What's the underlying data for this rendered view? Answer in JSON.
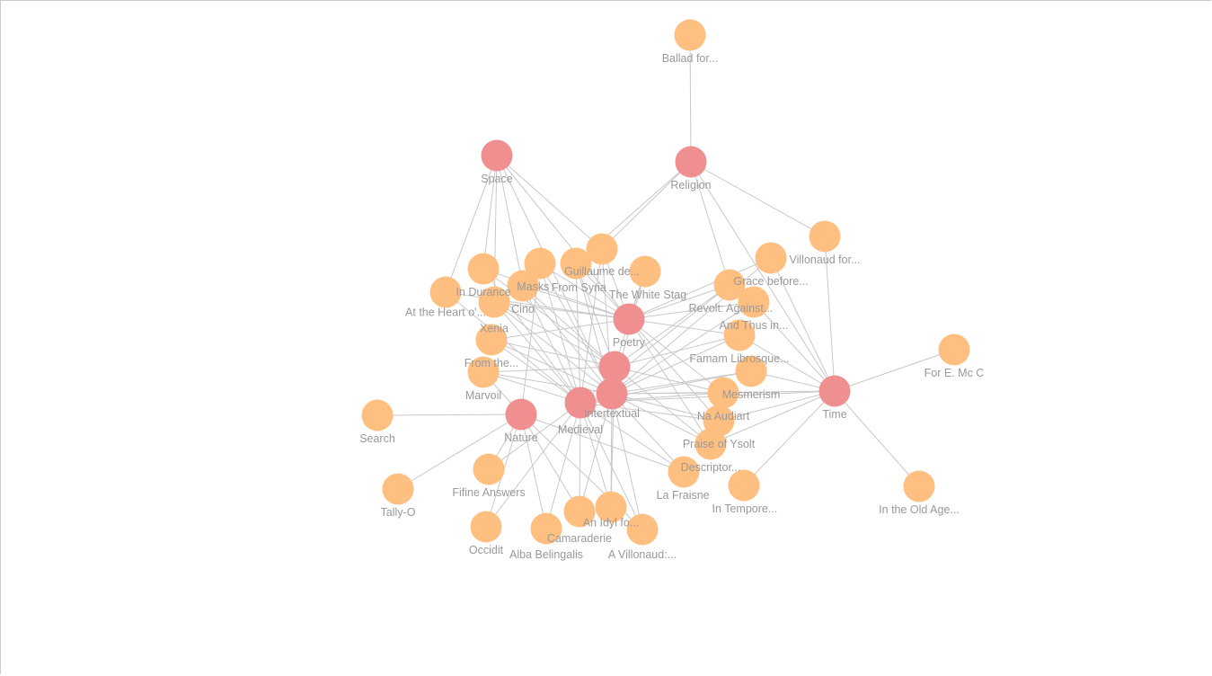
{
  "colors": {
    "category": "#ef8f8f",
    "poem": "#ffbf80",
    "edge": "#c8c8c8",
    "label": "#999999"
  },
  "nodes": [
    {
      "label": "Ballad for...",
      "type": "poem"
    },
    {
      "label": "Space",
      "type": "category"
    },
    {
      "label": "Religion",
      "type": "category"
    },
    {
      "label": "Villonaud for...",
      "type": "poem"
    },
    {
      "label": "Grace before...",
      "type": "poem"
    },
    {
      "label": "Guillaume de...",
      "type": "poem"
    },
    {
      "label": "From Syria",
      "type": "poem"
    },
    {
      "label": "Masks",
      "type": "poem"
    },
    {
      "label": "The White Stag",
      "type": "poem"
    },
    {
      "label": "In Durance",
      "type": "poem"
    },
    {
      "label": "Cino",
      "type": "poem"
    },
    {
      "label": "At the Heart o'...",
      "type": "poem"
    },
    {
      "label": "Xenia",
      "type": "poem"
    },
    {
      "label": "Revolt: Against...",
      "type": "poem"
    },
    {
      "label": "And Thus in...",
      "type": "poem"
    },
    {
      "label": "Poetry",
      "type": "category"
    },
    {
      "label": "From the...",
      "type": "poem"
    },
    {
      "label": "Famam Librosque...",
      "type": "poem"
    },
    {
      "label": "Marvoil",
      "type": "poem"
    },
    {
      "label": "",
      "type": "category"
    },
    {
      "label": "Mesmerism",
      "type": "poem"
    },
    {
      "label": "Intertextual",
      "type": "category"
    },
    {
      "label": "Medieval",
      "type": "category"
    },
    {
      "label": "Na Audiart",
      "type": "poem"
    },
    {
      "label": "Time",
      "type": "category"
    },
    {
      "label": "For E. Mc C",
      "type": "poem"
    },
    {
      "label": "Search",
      "type": "poem"
    },
    {
      "label": "Nature",
      "type": "category"
    },
    {
      "label": "Praise of Ysolt",
      "type": "poem"
    },
    {
      "label": "Descriptor...",
      "type": "poem"
    },
    {
      "label": "La Fraisne",
      "type": "poem"
    },
    {
      "label": "Fifine Answers",
      "type": "poem"
    },
    {
      "label": "In Tempore...",
      "type": "poem"
    },
    {
      "label": "In the Old Age...",
      "type": "poem"
    },
    {
      "label": "Tally-O",
      "type": "poem"
    },
    {
      "label": "Camaraderie",
      "type": "poem"
    },
    {
      "label": "An Idyl fo...",
      "type": "poem"
    },
    {
      "label": "Occidit",
      "type": "poem"
    },
    {
      "label": "Alba Belingalis",
      "type": "poem"
    },
    {
      "label": "A Villonaud:...",
      "type": "poem"
    }
  ],
  "edges": [
    [
      0,
      2
    ],
    [
      2,
      5
    ],
    [
      2,
      6
    ],
    [
      2,
      3
    ],
    [
      2,
      13
    ],
    [
      2,
      24
    ],
    [
      1,
      9
    ],
    [
      1,
      11
    ],
    [
      1,
      10
    ],
    [
      1,
      5
    ],
    [
      1,
      15
    ],
    [
      1,
      21
    ],
    [
      1,
      12
    ],
    [
      24,
      3
    ],
    [
      24,
      4
    ],
    [
      24,
      14
    ],
    [
      24,
      25
    ],
    [
      24,
      33
    ],
    [
      24,
      32
    ],
    [
      24,
      28
    ],
    [
      24,
      29
    ],
    [
      24,
      20
    ],
    [
      24,
      21
    ],
    [
      24,
      17
    ],
    [
      24,
      22
    ],
    [
      27,
      26
    ],
    [
      27,
      34
    ],
    [
      27,
      37
    ],
    [
      27,
      38
    ],
    [
      27,
      35
    ],
    [
      27,
      39
    ],
    [
      27,
      30
    ],
    [
      27,
      18
    ],
    [
      27,
      7
    ],
    [
      27,
      31
    ],
    [
      15,
      5
    ],
    [
      15,
      6
    ],
    [
      15,
      7
    ],
    [
      15,
      8
    ],
    [
      15,
      10
    ],
    [
      15,
      13
    ],
    [
      15,
      14
    ],
    [
      15,
      16
    ],
    [
      15,
      17
    ],
    [
      15,
      23
    ],
    [
      15,
      28
    ],
    [
      15,
      29
    ],
    [
      15,
      9
    ],
    [
      15,
      11
    ],
    [
      15,
      12
    ],
    [
      15,
      4
    ],
    [
      22,
      5
    ],
    [
      22,
      6
    ],
    [
      22,
      7
    ],
    [
      22,
      9
    ],
    [
      22,
      10
    ],
    [
      22,
      11
    ],
    [
      22,
      12
    ],
    [
      22,
      16
    ],
    [
      22,
      18
    ],
    [
      22,
      23
    ],
    [
      22,
      28
    ],
    [
      22,
      30
    ],
    [
      22,
      35
    ],
    [
      22,
      36
    ],
    [
      22,
      37
    ],
    [
      22,
      38
    ],
    [
      22,
      39
    ],
    [
      22,
      31
    ],
    [
      22,
      13
    ],
    [
      22,
      20
    ],
    [
      21,
      5
    ],
    [
      21,
      6
    ],
    [
      21,
      7
    ],
    [
      21,
      8
    ],
    [
      21,
      10
    ],
    [
      21,
      12
    ],
    [
      21,
      16
    ],
    [
      21,
      18
    ],
    [
      21,
      17
    ],
    [
      21,
      20
    ],
    [
      21,
      23
    ],
    [
      21,
      28
    ],
    [
      21,
      29
    ],
    [
      21,
      30
    ],
    [
      21,
      36
    ],
    [
      21,
      35
    ],
    [
      21,
      39
    ],
    [
      21,
      14
    ],
    [
      21,
      4
    ],
    [
      19,
      8
    ],
    [
      19,
      10
    ],
    [
      19,
      12
    ],
    [
      19,
      16
    ],
    [
      19,
      18
    ],
    [
      19,
      13
    ],
    [
      19,
      17
    ],
    [
      19,
      23
    ],
    [
      19,
      29
    ],
    [
      19,
      36
    ],
    [
      19,
      9
    ],
    [
      19,
      6
    ]
  ]
}
